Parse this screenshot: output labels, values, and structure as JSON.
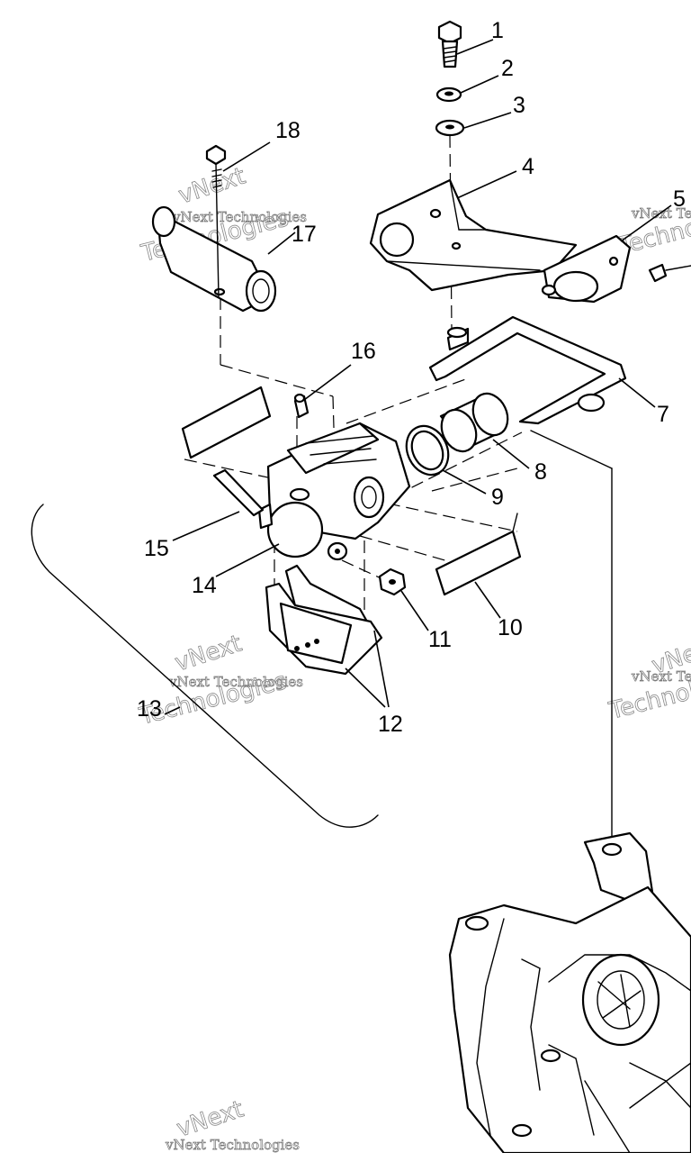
{
  "labels": {
    "l1": "1",
    "l2": "2",
    "l3": "3",
    "l4": "4",
    "l5": "5",
    "l7": "7",
    "l8": "8",
    "l9": "9",
    "l10": "10",
    "l11": "11",
    "l12": "12",
    "l13": "13",
    "l14": "14",
    "l15": "15",
    "l16": "16",
    "l17": "17",
    "l18": "18"
  },
  "watermark": {
    "brand": "vNext",
    "line": "vNext Technologies",
    "word": "Technologies"
  }
}
